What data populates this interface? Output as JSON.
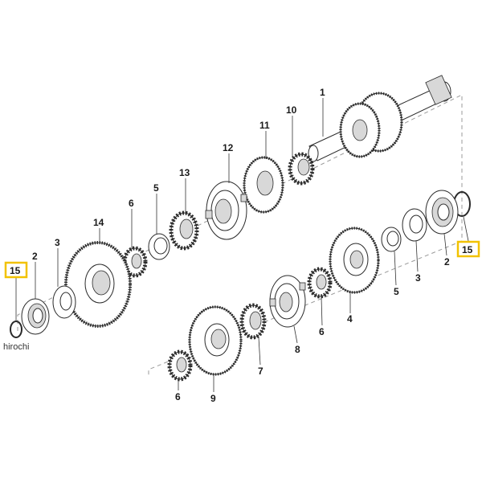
{
  "diagram": {
    "callouts": {
      "p1": "1",
      "p10": "10",
      "p11": "11",
      "p12": "12",
      "p13": "13",
      "p5_top": "5",
      "p6_top": "6",
      "p14": "14",
      "p3_left": "3",
      "p2_left": "2",
      "p15_left": "15",
      "p15_right": "15",
      "p2_right": "2",
      "p3_right": "3",
      "p5_right": "5",
      "p4": "4",
      "p6_mid": "6",
      "p8": "8",
      "p7": "7",
      "p9": "9",
      "p6_bottom": "6"
    },
    "highlight_color": "#f2c200",
    "line_color": "#2a2a2a"
  },
  "watermark": "hirochi"
}
